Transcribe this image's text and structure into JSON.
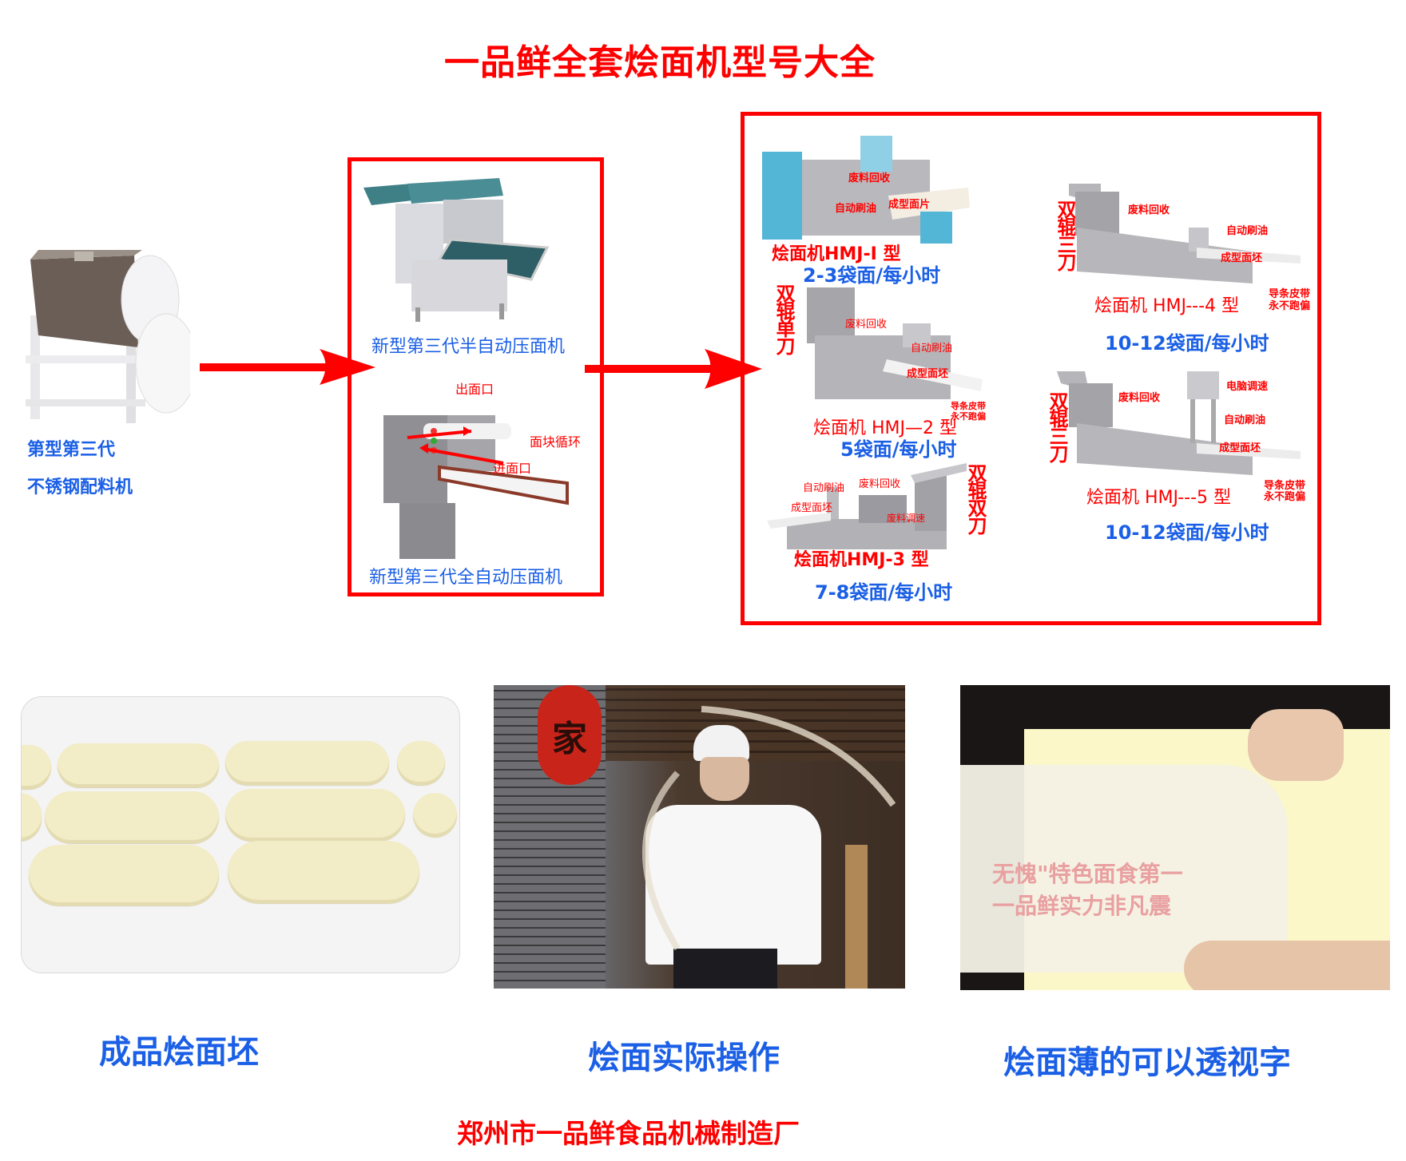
{
  "title": "一品鲜全套烩面机型号大全",
  "colors": {
    "accent_red": "#ff0000",
    "label_blue": "#1a5fe6",
    "frame_red": "#ff0000"
  },
  "mixer": {
    "line1": "第型第三代",
    "line2": "不锈钢配料机"
  },
  "press_box": {
    "semi_auto_label": "新型第三代半自动压面机",
    "full_auto_label": "新型第三代全自动压面机",
    "annotations": {
      "outlet": "出面口",
      "cycle": "面块循环",
      "inlet": "进面口"
    }
  },
  "models_box": {
    "hmj1": {
      "model": "烩面机HMJ-Ⅰ 型",
      "rate": "2-3袋面/每小时",
      "notes": [
        "废料回收",
        "自动刷油",
        "成型面片"
      ]
    },
    "hmj2": {
      "model": "烩面机 HMJ—2 型",
      "rate": "5袋面/每小时",
      "side": "双辊单刀",
      "notes": [
        "废料回收",
        "自动刷油",
        "成型面坯",
        "导条皮带",
        "永不跑偏"
      ]
    },
    "hmj3": {
      "model": "烩面机HMJ-3 型",
      "rate": "7-8袋面/每小时",
      "side": "双辊双刀",
      "notes": [
        "废料回收",
        "自动刷油",
        "成型面坯",
        "废料调速"
      ]
    },
    "hmj4": {
      "model": "烩面机 HMJ---4 型",
      "rate": "10-12袋面/每小时",
      "side": "双辊三刀",
      "notes": [
        "废料回收",
        "自动刷油",
        "成型面坯",
        "导条皮带",
        "永不跑偏"
      ]
    },
    "hmj5": {
      "model": "烩面机 HMJ---5 型",
      "rate": "10-12袋面/每小时",
      "side": "双辊三刀",
      "notes": [
        "电脑调速",
        "废料回收",
        "自动刷油",
        "成型面坯",
        "导条皮带",
        "永不跑偏"
      ]
    }
  },
  "photos": {
    "dough": {
      "caption": "成品烩面坯"
    },
    "chef": {
      "caption": "烩面实际操作",
      "lantern_char": "家"
    },
    "thin": {
      "caption": "烩面薄的可以透视字",
      "newspaper_lines": [
        "无愧\"特色面食第一",
        "一品鲜实力非凡震"
      ]
    }
  },
  "footer": "郑州市一品鲜食品机械制造厂"
}
